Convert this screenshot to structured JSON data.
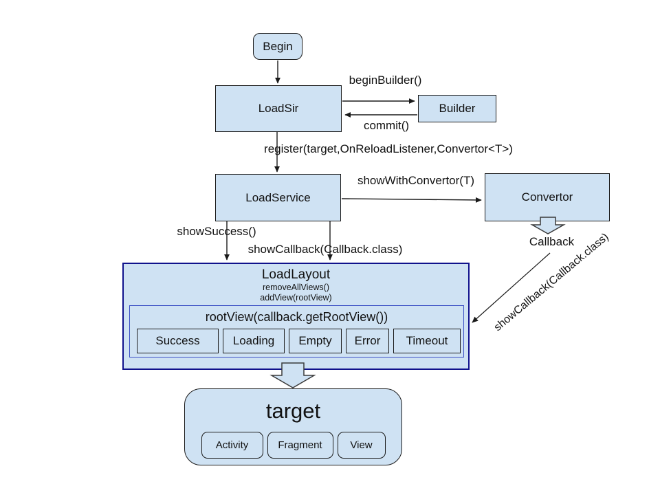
{
  "nodes": {
    "begin": "Begin",
    "loadsir": "LoadSir",
    "builder": "Builder",
    "loadservice": "LoadService",
    "convertor": "Convertor"
  },
  "edge_labels": {
    "begin_builder": "beginBuilder()",
    "commit": "commit()",
    "register": "register(target,OnReloadListener,Convertor<T>)",
    "show_with_convertor": "showWithConvertor(T)",
    "show_success": "showSuccess()",
    "show_callback": "showCallback(Callback.class)",
    "callback": "Callback",
    "show_callback_diagonal": "showCallback(Callback.class)"
  },
  "loadlayout": {
    "title": "LoadLayout",
    "method1": "removeAllViews()",
    "method2": "addView(rootView)",
    "rootview_title": "rootView(callback.getRootView())",
    "callbacks": [
      "Success",
      "Loading",
      "Empty",
      "Error",
      "Timeout"
    ]
  },
  "target": {
    "title": "target",
    "children": [
      "Activity",
      "Fragment",
      "View"
    ]
  },
  "colors": {
    "node_fill": "#cfe2f3",
    "node_border": "#1a1a1a",
    "loadlayout_border": "#10128c",
    "rootview_border": "#3a4ec4",
    "arrow": "#1a1a1a"
  }
}
